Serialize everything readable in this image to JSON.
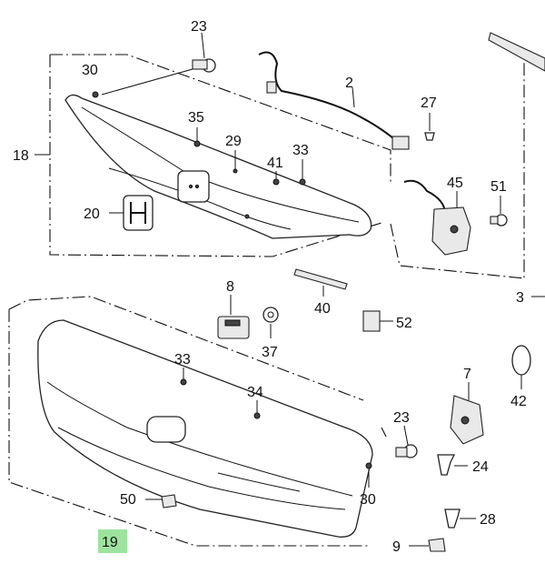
{
  "callouts": [
    {
      "key": "c23a",
      "text": "23"
    },
    {
      "key": "c30a",
      "text": "30"
    },
    {
      "key": "c2",
      "text": "2"
    },
    {
      "key": "c27",
      "text": "27"
    },
    {
      "key": "c35",
      "text": "35"
    },
    {
      "key": "c29",
      "text": "29"
    },
    {
      "key": "c33a",
      "text": "33"
    },
    {
      "key": "c41",
      "text": "41"
    },
    {
      "key": "c18",
      "text": "18"
    },
    {
      "key": "c45",
      "text": "45"
    },
    {
      "key": "c51",
      "text": "51"
    },
    {
      "key": "c20",
      "text": "20"
    },
    {
      "key": "c3",
      "text": "3"
    },
    {
      "key": "c8",
      "text": "8"
    },
    {
      "key": "c40",
      "text": "40"
    },
    {
      "key": "c52",
      "text": "52"
    },
    {
      "key": "c37",
      "text": "37"
    },
    {
      "key": "c33b",
      "text": "33"
    },
    {
      "key": "c7",
      "text": "7"
    },
    {
      "key": "c42",
      "text": "42"
    },
    {
      "key": "c34",
      "text": "34"
    },
    {
      "key": "c23b",
      "text": "23"
    },
    {
      "key": "c24",
      "text": "24"
    },
    {
      "key": "c50",
      "text": "50"
    },
    {
      "key": "c30b",
      "text": "30"
    },
    {
      "key": "c28",
      "text": "28"
    },
    {
      "key": "c19",
      "text": "19"
    },
    {
      "key": "c9",
      "text": "9"
    }
  ],
  "highlight_color": "#9de39d"
}
